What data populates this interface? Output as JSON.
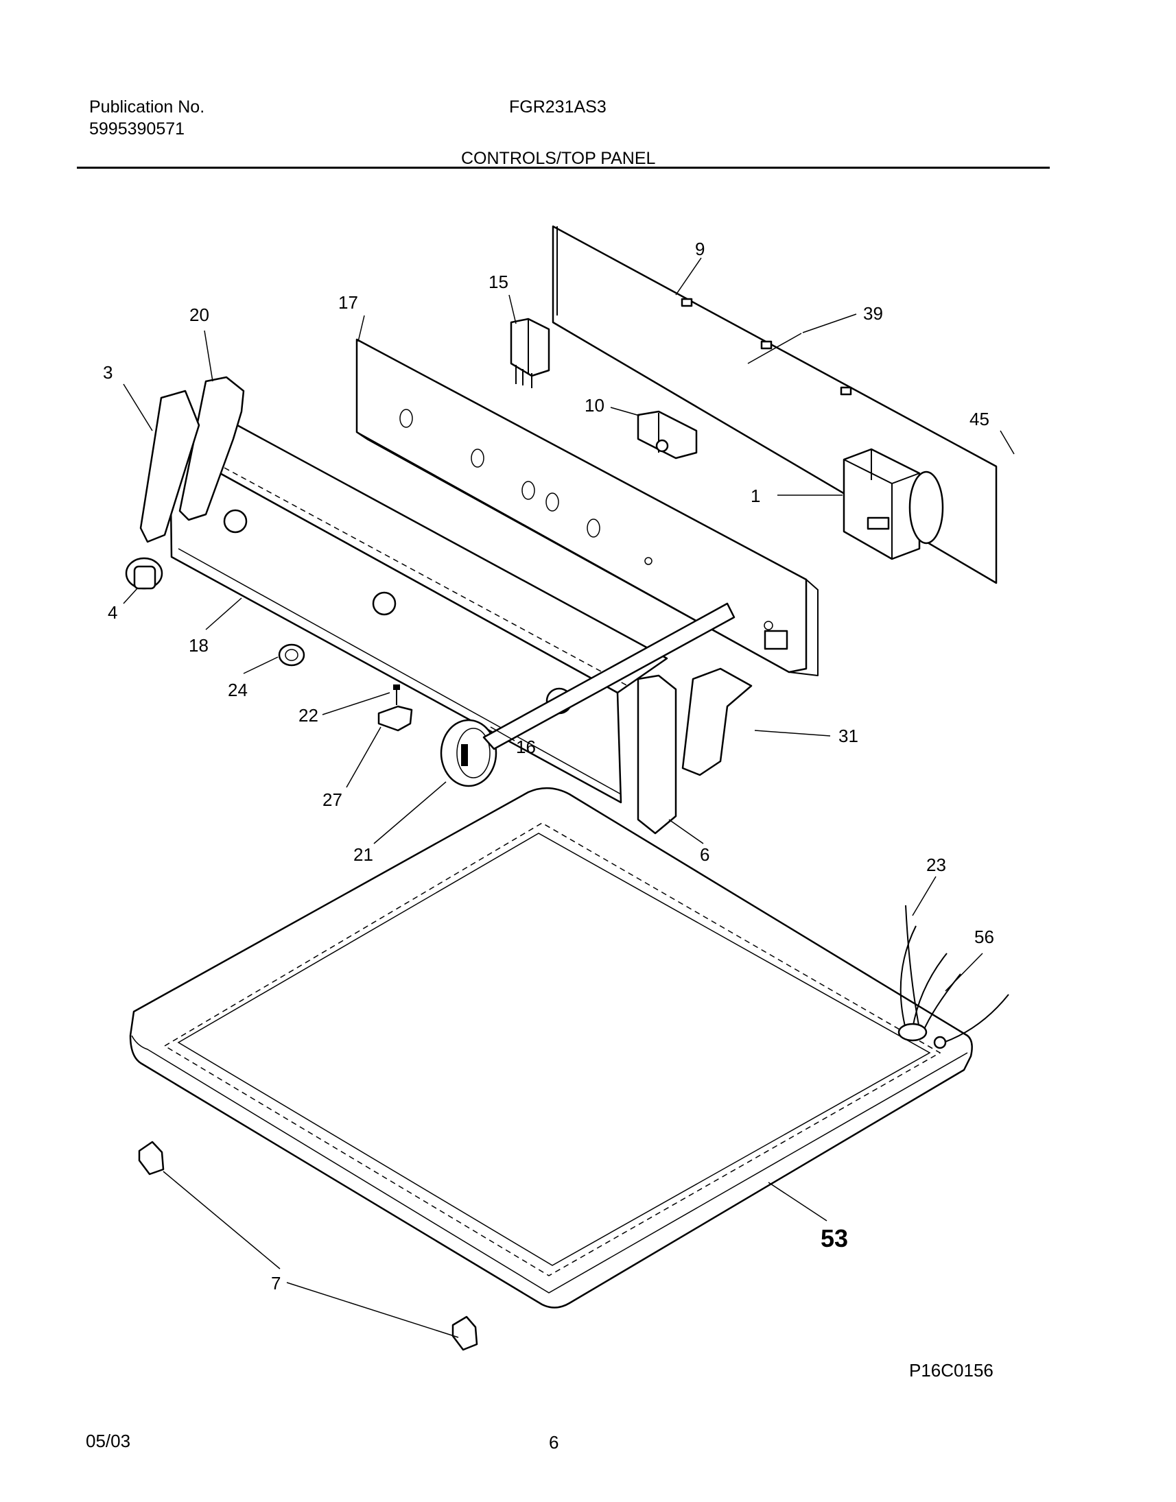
{
  "header": {
    "publication_label": "Publication No.",
    "publication_number": "5995390571",
    "model": "FGR231AS3",
    "section_title": "CONTROLS/TOP PANEL"
  },
  "footer": {
    "date": "05/03",
    "page": "6",
    "figure_code": "P16C0156"
  },
  "callouts": {
    "c1": "1",
    "c3": "3",
    "c4": "4",
    "c6": "6",
    "c7": "7",
    "c9": "9",
    "c10": "10",
    "c15": "15",
    "c16": "16",
    "c17": "17",
    "c18": "18",
    "c20": "20",
    "c21": "21",
    "c22": "22",
    "c23": "23",
    "c24": "24",
    "c27": "27",
    "c31": "31",
    "c39": "39",
    "c45": "45",
    "c53": "53",
    "c56": "56"
  }
}
